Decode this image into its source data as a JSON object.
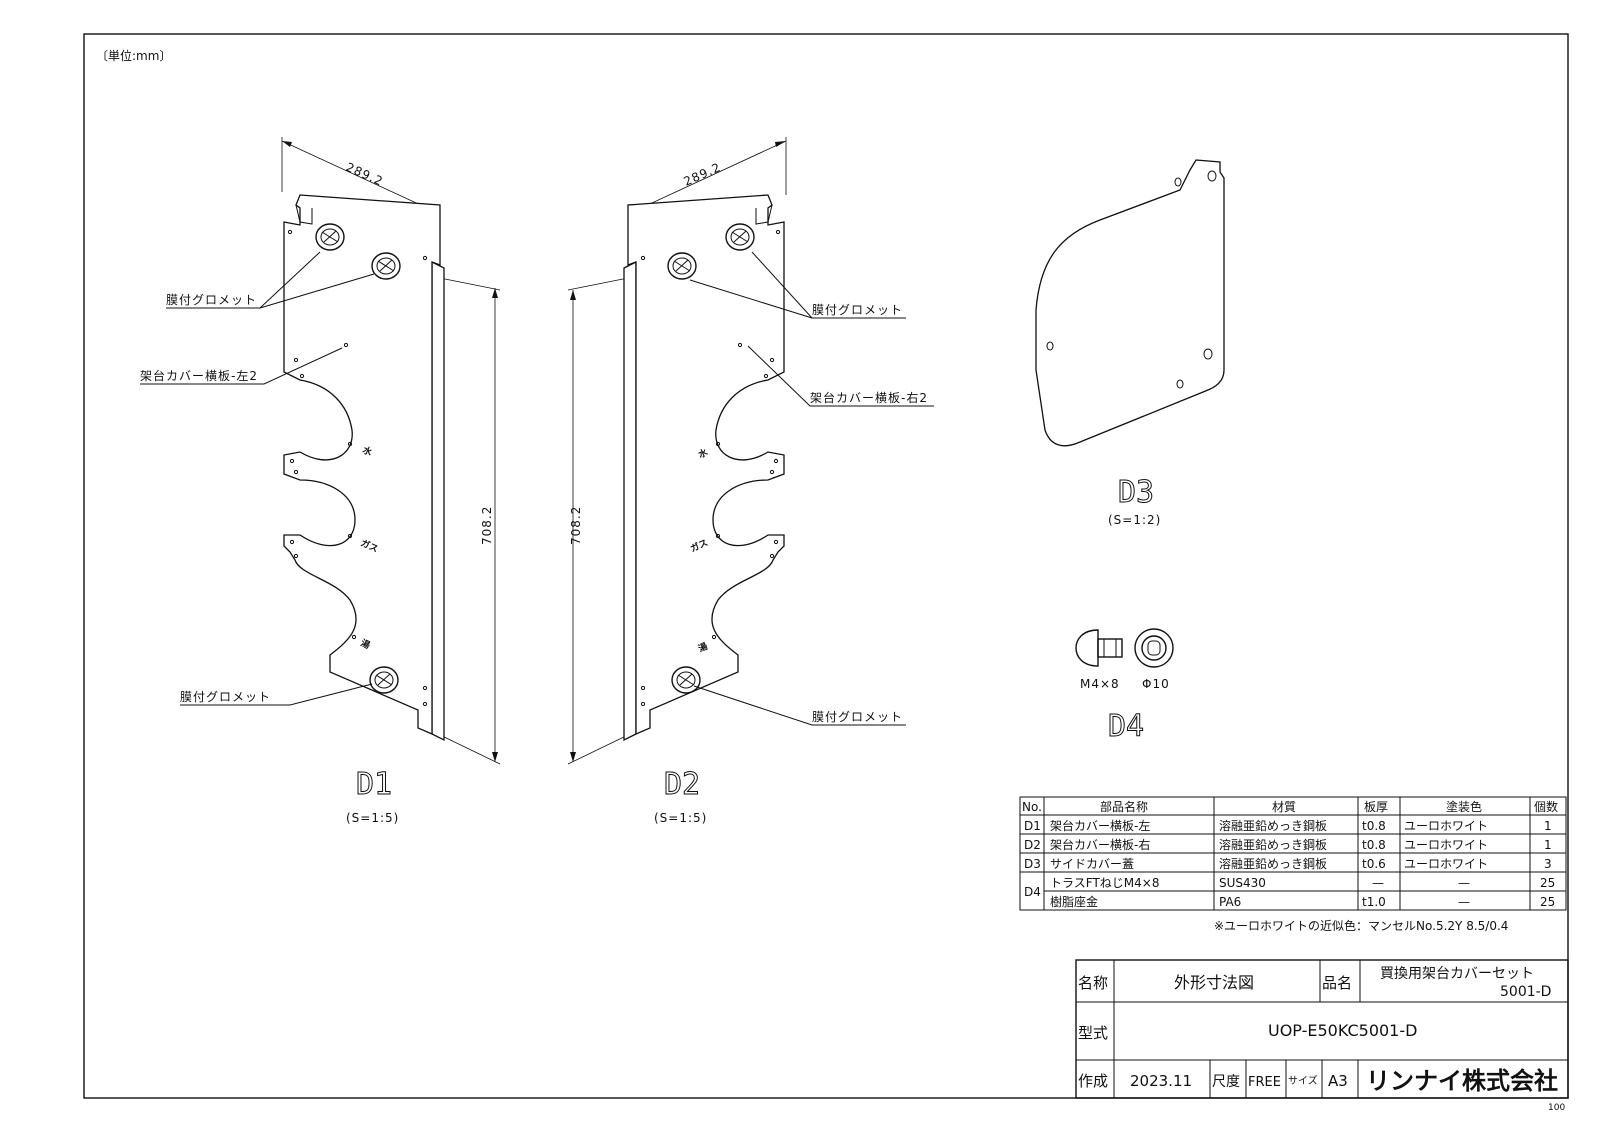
{
  "unit_note": "〔単位:mm〕",
  "page_number": "100",
  "labels": {
    "grommet": "膜付グロメット",
    "d1_panel": "架台カバー横板-左2",
    "d2_panel": "架台カバー横板-右2"
  },
  "dims": {
    "d1_width": "289.2",
    "d1_height": "708.2",
    "d2_width": "289.2",
    "d2_height": "708.2"
  },
  "markings": {
    "water": "水",
    "gas": "ガス",
    "hot": "湯"
  },
  "views": {
    "d1": {
      "name": "D1",
      "scale": "(S=1:5)"
    },
    "d2": {
      "name": "D2",
      "scale": "(S=1:5)"
    },
    "d3": {
      "name": "D3",
      "scale": "(S=1:2)"
    },
    "d4": {
      "name": "D4",
      "screw": "M4×8",
      "washer": "Φ10"
    }
  },
  "parts_table": {
    "headers": [
      "No.",
      "部品名称",
      "材質",
      "板厚",
      "塗装色",
      "個数"
    ],
    "rows": [
      {
        "no": "D1",
        "name": "架台カバー横板-左",
        "material": "溶融亜鉛めっき鋼板",
        "thickness": "t0.8",
        "color": "ユーロホワイト",
        "qty": "1"
      },
      {
        "no": "D2",
        "name": "架台カバー横板-右",
        "material": "溶融亜鉛めっき鋼板",
        "thickness": "t0.8",
        "color": "ユーロホワイト",
        "qty": "1"
      },
      {
        "no": "D3",
        "name": "サイドカバー蓋",
        "material": "溶融亜鉛めっき鋼板",
        "thickness": "t0.6",
        "color": "ユーロホワイト",
        "qty": "3"
      },
      {
        "no": "D4",
        "name": "トラスFTねじM4×8",
        "material": "SUS430",
        "thickness": "—",
        "color": "—",
        "qty": "25"
      },
      {
        "no": "",
        "name": "樹脂座金",
        "material": "PA6",
        "thickness": "t1.0",
        "color": "—",
        "qty": "25"
      }
    ],
    "note": "※ユーロホワイトの近似色：マンセルNo.5.2Y 8.5/0.4"
  },
  "title_block": {
    "name_label": "名称",
    "name_value": "外形寸法図",
    "product_label": "品名",
    "product_line1": "買換用架台カバーセット",
    "product_line2": "5001-D",
    "model_label": "型式",
    "model_value": "UOP-E50KC5001-D",
    "made_label": "作成",
    "made_value": "2023.11",
    "scale_label": "尺度",
    "scale_value": "FREE",
    "size_label": "サイズ",
    "size_value": "A3",
    "company": "リンナイ株式会社"
  }
}
